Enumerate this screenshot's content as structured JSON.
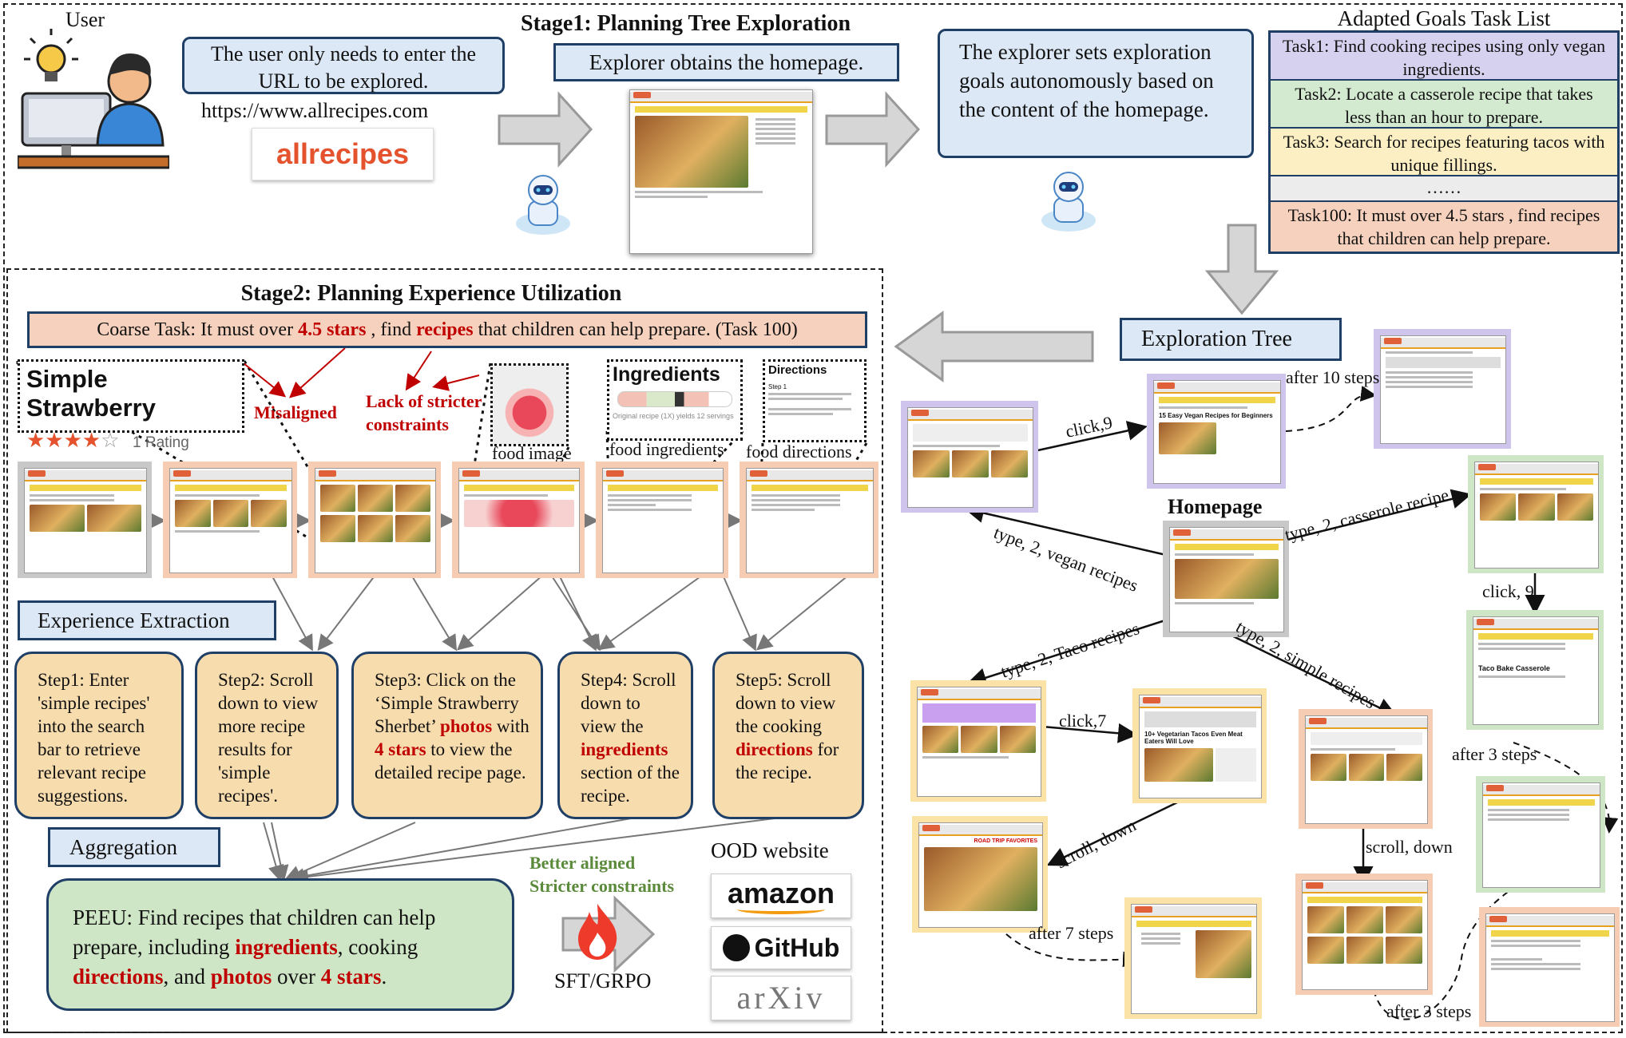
{
  "user_label": "User",
  "user_box": "The user only needs to enter the URL to be explored.",
  "url": "https://www.allrecipes.com",
  "allrecipes_logo": "allrecipes",
  "stage1_title": "Stage1: Planning Tree Exploration",
  "explorer_box": "Explorer obtains the homepage.",
  "explorer_goals": "The explorer sets exploration goals autonomously based on the content of the homepage.",
  "goals_title": "Adapted Goals Task List",
  "tasks": [
    {
      "text": "Task1:  Find cooking recipes using only vegan ingredients.",
      "color": "#d6d1ee"
    },
    {
      "text": "Task2:  Locate a casserole recipe that takes less than an hour to prepare.",
      "color": "#d3ead0"
    },
    {
      "text": "Task3:  Search for recipes featuring tacos with unique fillings.",
      "color": "#fcefc4"
    },
    {
      "text": "……",
      "color": "#ececec"
    },
    {
      "text": "Task100:  It must over 4.5 stars , find recipes that children can help prepare.",
      "color": "#f6d1bd"
    }
  ],
  "stage2_title": "Stage2: Planning Experience Utilization",
  "coarse_task": {
    "p1": "Coarse Task:  It must over ",
    "h1": "4.5 stars",
    "p2": " , find ",
    "h2": "recipes",
    "p3": " that children can help prepare. (Task 100)"
  },
  "zoom_title": "Simple Strawberry",
  "rating": "1 Rating",
  "misaligned": "Misaligned",
  "lack": "Lack of stricter constraints",
  "ingredients_zoom": "Ingredients",
  "ingredients_sub": "Original recipe (1X) yields 12 servings",
  "directions_zoom": "Directions",
  "directions_sub": "Step 1",
  "food_image": "food image",
  "food_ingredients": "food ingredients",
  "food_directions": "food directions",
  "experience_extraction": "Experience Extraction",
  "steps": [
    "Step1: Enter 'simple recipes' into the search bar to retrieve relevant recipe suggestions.",
    "Step2: Scroll down to view more recipe results for 'simple recipes'.",
    {
      "p1": "Step3: Click on the ‘Simple Strawberry Sherbet’ ",
      "h1": "photos",
      "p2": " with ",
      "h2": "4 stars",
      "p3": " to view the detailed recipe page."
    },
    {
      "p1": "Step4: Scroll down to view the ",
      "h1": "ingredients",
      "p2": " section of the recipe."
    },
    {
      "p1": "Step5: Scroll down to view the cooking ",
      "h1": "directions",
      "p2": " for the recipe."
    }
  ],
  "aggregation": "Aggregation",
  "peeu": {
    "p1": "PEEU: Find recipes that children can help prepare, including ",
    "h1": "ingredients",
    "p2": ", cooking ",
    "h2": "directions",
    "p3": ", and ",
    "h3": "photos",
    "p4": " over ",
    "h4": "4 stars",
    "p5": "."
  },
  "better_aligned": "Better aligned",
  "stricter_constraints": "Stricter constraints",
  "sft_grpo": "SFT/GRPO",
  "ood_website": "OOD website",
  "ood_logos": [
    "amazon",
    "GitHub",
    "arXiv"
  ],
  "exploration_tree": "Exploration Tree",
  "homepage": "Homepage",
  "tree_labels": {
    "after10": "after 10 steps",
    "click9a": "click,9",
    "vegan": "type, 2, vegan recipes",
    "casserole": "type, 2, casserole recipe",
    "click9b": "click, 9",
    "taco": "type, 2, Taco recipes",
    "simple": "type, 2, simple recipes",
    "click7": "click,7",
    "scroll1": "scroll, down",
    "scroll2": "scroll, down",
    "after7": "after 7 steps",
    "after3a": "after 3 steps",
    "after3b": "after 3 steps"
  },
  "shot_titles": {
    "vegan": "15 Easy Vegan Recipes for Beginners",
    "casserole": "Taco Bake Casserole",
    "tacos": "10+ Vegetarian Tacos Even Meat Eaters Will Love",
    "road": "ROAD TRIP FAVORITES"
  }
}
